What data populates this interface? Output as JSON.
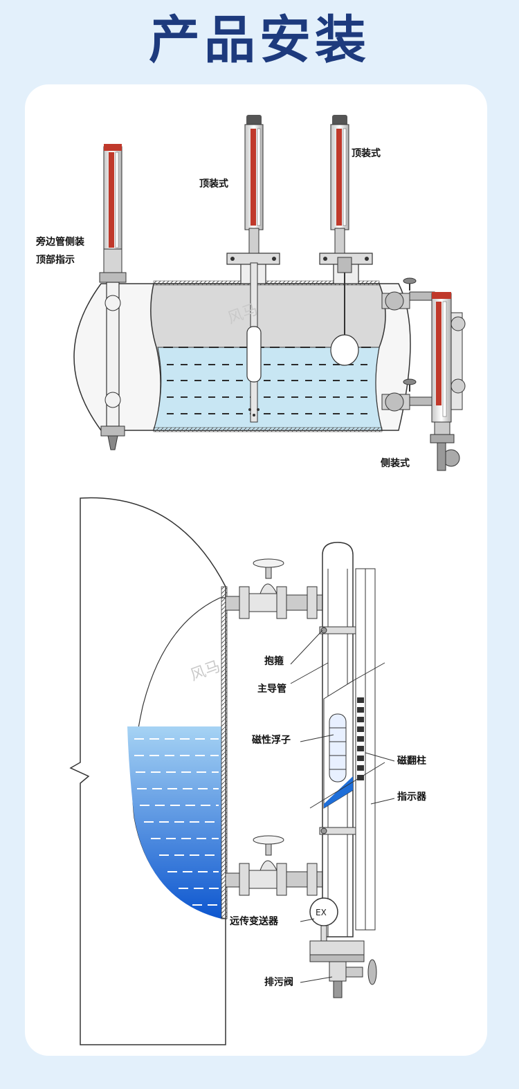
{
  "page": {
    "title": "产品安装",
    "watermark": "风马"
  },
  "top_diagram": {
    "labels": {
      "bypass_line1": "旁边管侧装",
      "bypass_line2": "顶部指示",
      "top_mount_1": "顶装式",
      "top_mount_2": "顶装式",
      "side_mount": "侧装式"
    }
  },
  "bottom_diagram": {
    "labels": {
      "clamp": "抱箍",
      "main_tube": "主导管",
      "float": "磁性浮子",
      "flap_column": "磁翻柱",
      "indicator": "指示器",
      "transmitter": "远传变送器",
      "drain_valve": "排污阀",
      "ex_mark": "EX"
    }
  },
  "colors": {
    "background": "#e3f0fb",
    "title": "#1d3a7d",
    "liquid_light": "#c8e6f3",
    "liquid_blue": "#1e6ed8"
  }
}
